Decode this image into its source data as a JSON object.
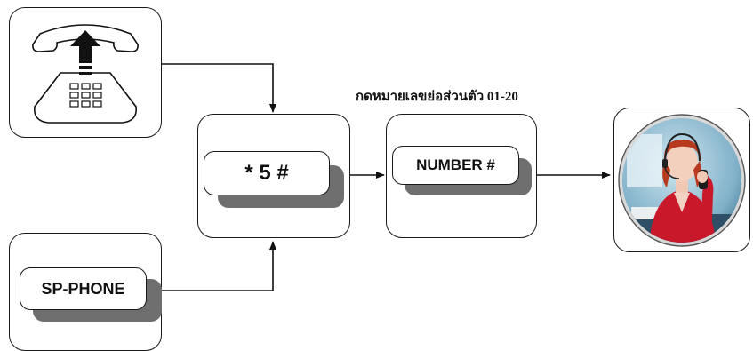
{
  "diagram": {
    "nodes": {
      "handset": {
        "icon": "telephone-pickup-icon"
      },
      "sp_phone": {
        "label": "SP-PHONE"
      },
      "feature_code": {
        "label": "* 5 #"
      },
      "number_entry": {
        "label": "NUMBER #",
        "caption": "กดหมายเลขย่อส่วนตัว 01-20"
      },
      "operator": {
        "icon": "operator-headset-photo-icon"
      }
    },
    "edges": [
      {
        "from": "handset",
        "to": "feature_code"
      },
      {
        "from": "sp_phone",
        "to": "feature_code"
      },
      {
        "from": "feature_code",
        "to": "number_entry"
      },
      {
        "from": "number_entry",
        "to": "operator"
      }
    ],
    "colors": {
      "stroke": "#1a1a1a",
      "shadow": "#6f6f6f"
    }
  }
}
